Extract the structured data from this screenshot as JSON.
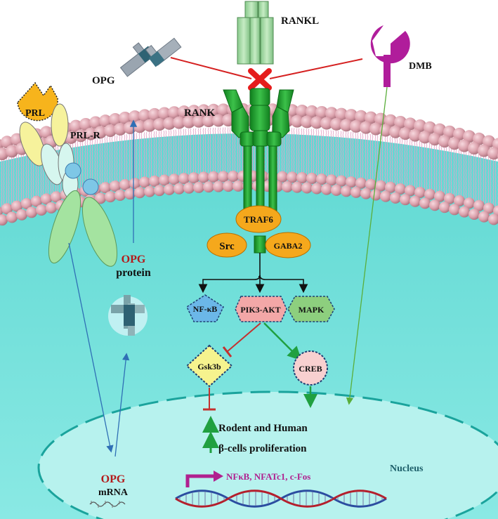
{
  "labels": {
    "rankl": "RANKL",
    "opg_top": "OPG",
    "dmb": "DMB",
    "rank": "RANK",
    "prl": "PRL",
    "prl_r": "PRL-R",
    "traf6": "TRAF6",
    "src": "Src",
    "gaba2": "GABA2",
    "opg_protein_opg": "OPG",
    "opg_protein_word": "protein",
    "nfkb": "NF-κB",
    "pik3_akt": "PIK3-AKT",
    "mapk": "MAPK",
    "gsk3b": "Gsk3b",
    "creb": "CREB",
    "rodent_human": "Rodent and Human",
    "beta_cells": "β-cells proliferation",
    "nucleus": "Nucleus",
    "opg_mrna_opg": "OPG",
    "opg_mrna_word": "mRNA",
    "genes": "NFκB, NFATc1, c-Fos"
  },
  "colors": {
    "cytoplasm": "#6fe0da",
    "membrane_head": "#d99aa6",
    "membrane_tail": "#e3a3c6",
    "receptor_green": "#1fa12e",
    "orange": "#f5a81c",
    "nucleus": "#b7f2ee",
    "dmb_purple": "#b01d9b",
    "opg_red": "#b31b1b",
    "gene_magenta": "#b0208f",
    "nucleus_label": "#1d5f6a",
    "activation_green": "#20a040",
    "inhibition_red": "#c4312f"
  },
  "icons": [
    "rankl-receptor",
    "opg-decoy-protein",
    "dmb-ligand",
    "prl-ligand",
    "prl-receptor",
    "rank-receptor",
    "block-x-icon",
    "dna-helix-icon",
    "mrna-strand-icon"
  ]
}
